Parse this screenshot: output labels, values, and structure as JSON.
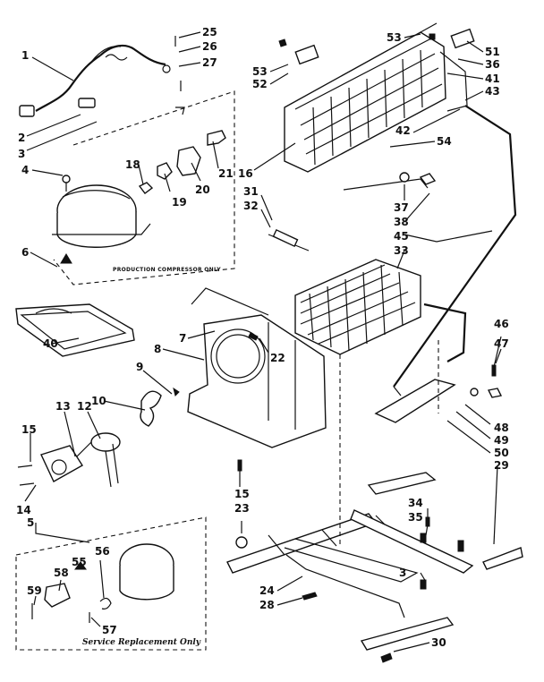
{
  "labels": {
    "l1": "1",
    "l2": "2",
    "l3": "3",
    "l4": "4",
    "l5": "5",
    "l6": "6",
    "l7": "7",
    "l8": "8",
    "l9": "9",
    "l10": "10",
    "l12": "12",
    "l13": "13",
    "l14": "14",
    "l15a": "15",
    "l15b": "15",
    "l16": "16",
    "l18": "18",
    "l19": "19",
    "l20": "20",
    "l21": "21",
    "l22": "22",
    "l23": "23",
    "l24": "24",
    "l25": "25",
    "l26": "26",
    "l27": "27",
    "l28": "28",
    "l29": "29",
    "l30": "30",
    "l31": "31",
    "l32": "32",
    "l33": "33",
    "l34": "34",
    "l35": "35",
    "l36": "36",
    "l37": "37",
    "l38": "38",
    "l40": "40",
    "l41": "41",
    "l42": "42",
    "l43": "43",
    "l45": "45",
    "l46": "46",
    "l47": "47",
    "l48": "48",
    "l49": "49",
    "l50": "50",
    "l51": "51",
    "l52": "52",
    "l53a": "53",
    "l53b": "53",
    "l54": "54",
    "l55": "55",
    "l56": "56",
    "l57": "57",
    "l58": "58",
    "l59": "59",
    "l3b": "3"
  },
  "notes": {
    "production": "PRODUCTION COMPRESSOR ONLY",
    "service": "Service Replacement Only"
  }
}
